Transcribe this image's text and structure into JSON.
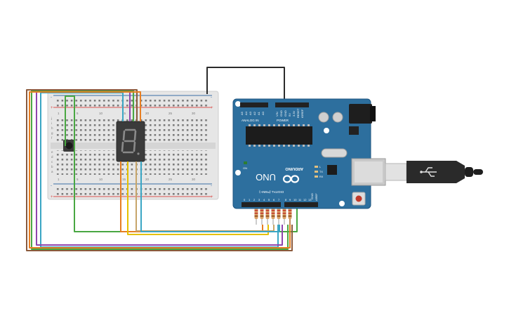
{
  "app": {
    "title": "Circuit simulator workspace"
  },
  "breadboard": {
    "row_letters": [
      "j",
      "i",
      "h",
      "g",
      "f",
      "e",
      "d",
      "c",
      "b",
      "a"
    ],
    "column_numbers": [
      "1",
      "5",
      "10",
      "15",
      "20",
      "25",
      "30"
    ],
    "rail_plus": "+",
    "rail_minus": "-"
  },
  "arduino": {
    "brand": "ARDUINO",
    "model": "UNO",
    "analog_in": "ANALOG IN",
    "power": "POWER",
    "digital": "DIGITAL (PWM~)",
    "analog_pins": [
      "A5",
      "A4",
      "A3",
      "A2",
      "A1",
      "A0"
    ],
    "power_pins": [
      "VIN",
      "GND",
      "GND",
      "5V",
      "3.3V",
      "RESET",
      "IOREF"
    ],
    "digital_pins": [
      "0",
      "1",
      "2",
      "3",
      "4",
      "5",
      "6",
      "7",
      "8",
      "9",
      "10",
      "11",
      "12",
      "13"
    ],
    "led_labels": [
      "L",
      "TX",
      "RX"
    ],
    "on_label": "ON",
    "gnd_label": "GND",
    "aref_label": "AREF"
  },
  "colors": {
    "board_blue": "#2d6f9e",
    "breadboard": "#e4e4e4",
    "wire_black": "#2b2b2b",
    "wire_green": "#49a742",
    "wire_orange": "#e67e22",
    "wire_yellow": "#e5c100",
    "wire_cyan": "#3aa6c4",
    "wire_purple": "#8e44ad",
    "wire_brown": "#8b5a3c",
    "rail_red": "#d9534f",
    "rail_blue": "#3a6ea5"
  }
}
